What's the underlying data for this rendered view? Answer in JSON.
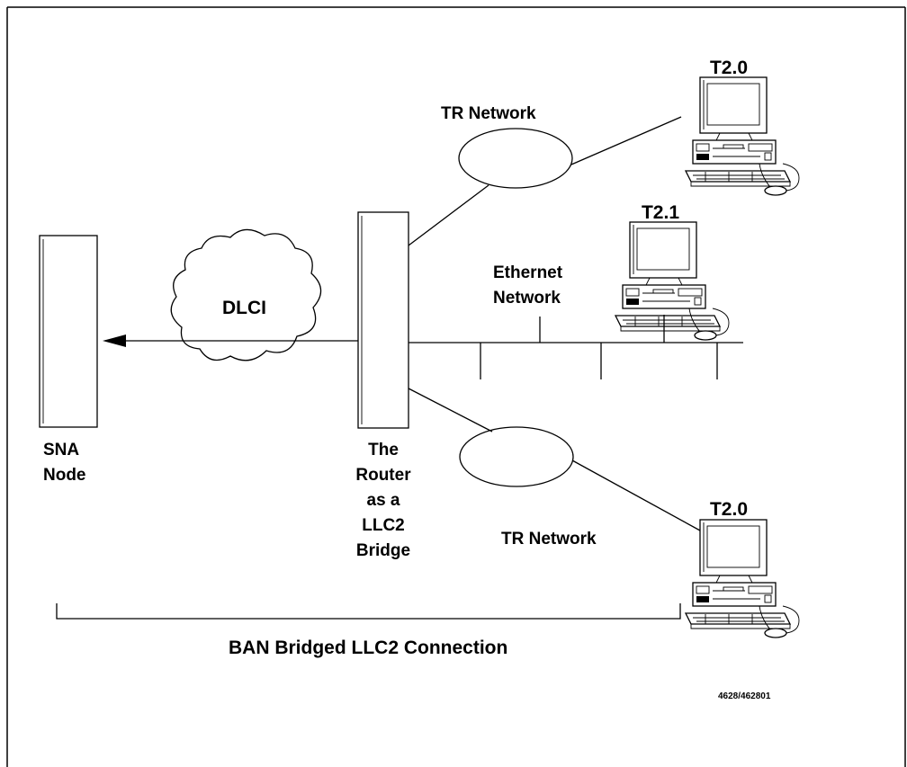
{
  "diagram": {
    "sna_node_label_1": "SNA",
    "sna_node_label_2": "Node",
    "cloud_label": "DLCI",
    "router_label_1": "The",
    "router_label_2": "Router",
    "router_label_3": "as a",
    "router_label_4": "LLC2",
    "router_label_5": "Bridge",
    "tr_network_top": "TR Network",
    "tr_network_bottom": "TR Network",
    "ethernet_label_1": "Ethernet",
    "ethernet_label_2": "Network",
    "pc_top_label": "T2.0",
    "pc_middle_label": "T2.1",
    "pc_bottom_label": "T2.0",
    "connection_label": "BAN Bridged LLC2 Connection",
    "figure_id": "4628/462801"
  },
  "icons": [
    "workstation-icon",
    "cloud-icon",
    "arrow-head-icon"
  ]
}
